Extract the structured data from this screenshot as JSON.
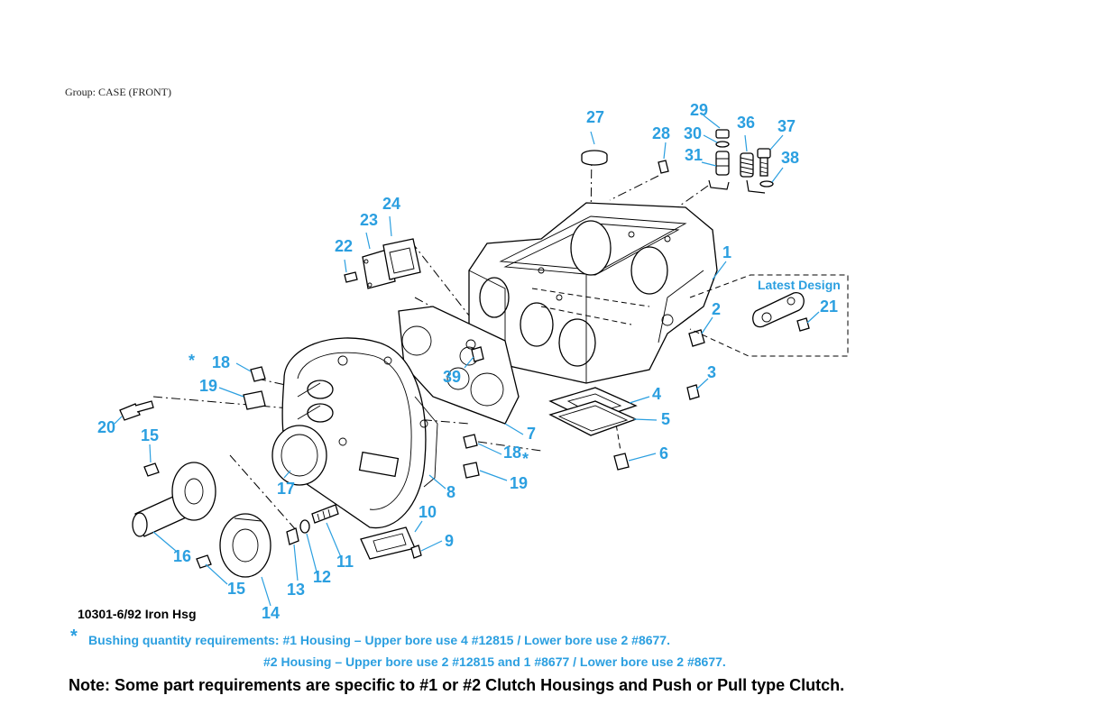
{
  "group_title": "Group: CASE (FRONT)",
  "figure_id": "10301-6/92 Iron Hsg",
  "colors": {
    "callout": "#2b9fe0",
    "text": "#000000"
  },
  "latest_design_label": "Latest Design",
  "callouts": [
    "27",
    "29",
    "30",
    "28",
    "36",
    "37",
    "31",
    "38",
    "24",
    "23",
    "22",
    "1",
    "2",
    "3",
    "4",
    "5",
    "6",
    "7",
    "8",
    "9",
    "10",
    "11",
    "12",
    "13",
    "14",
    "15",
    "16",
    "17",
    "18",
    "19",
    "20",
    "21",
    "39",
    "*"
  ],
  "labels": {
    "c27": "27",
    "c29": "29",
    "c30": "30",
    "c28": "28",
    "c36": "36",
    "c37": "37",
    "c31": "31",
    "c38": "38",
    "c24": "24",
    "c23": "23",
    "c22": "22",
    "c1": "1",
    "c2": "2",
    "c21": "21",
    "c39": "39",
    "c3": "3",
    "c4": "4",
    "c5": "5",
    "c6": "6",
    "c7": "7",
    "c18a": "18",
    "c19a": "19",
    "c20": "20",
    "c15a": "15",
    "c18b": "18",
    "c19b": "19",
    "c17": "17",
    "c8": "8",
    "c10": "10",
    "c9": "9",
    "c11": "11",
    "c16": "16",
    "c12": "12",
    "c13": "13",
    "c15b": "15",
    "c14": "14",
    "star1": "*",
    "star2": "*"
  },
  "notes": {
    "star": "*",
    "bushing_line1": "Bushing quantity requirements: #1 Housing – Upper bore use 4 #12815  /  Lower bore use 2 #8677.",
    "bushing_line2": "#2 Housing – Upper bore use 2 #12815 and 1 #8677  /  Lower bore use 2 #8677.",
    "main_note": "Note: Some part requirements are specific to #1 or #2  Clutch Housings and Push or Pull type Clutch."
  }
}
